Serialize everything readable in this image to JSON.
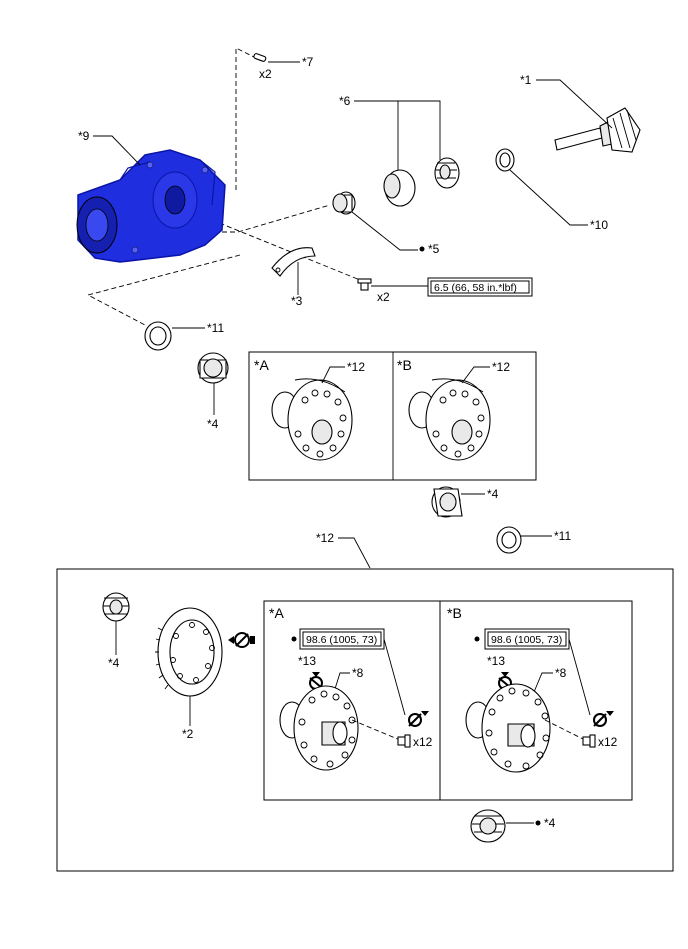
{
  "labels": {
    "p1": "*1",
    "p2": "*2",
    "p3": "*3",
    "p4a": "*4",
    "p4b": "*4",
    "p4c": "*4",
    "p4d": "*4",
    "p5": "*5",
    "p6": "*6",
    "p7": "*7",
    "p8a": "*8",
    "p8b": "*8",
    "p9": "*9",
    "p10": "*10",
    "p11a": "*11",
    "p11b": "*11",
    "p12a": "*12",
    "p12b": "*12",
    "p12c": "*12",
    "p13a": "*13",
    "p13b": "*13"
  },
  "variants": {
    "top_a": "*A",
    "top_b": "*B",
    "bottom_a": "*A",
    "bottom_b": "*B"
  },
  "quantities": {
    "q7": "x2",
    "q_bolt": "x2",
    "q12a": "x12",
    "q12b": "x12"
  },
  "torque": {
    "bolt": "6.5 (66, 58 in.*lbf)",
    "case_a": "98.6 (1005, 73)",
    "case_b": "98.6 (1005, 73)"
  },
  "colors": {
    "housing": "#1f2fe0",
    "housing_dark": "#0a14a8",
    "line": "#000000"
  },
  "icons": {
    "non_reusable": "filled-dot-icon",
    "grease": "grease-apply-icon"
  }
}
